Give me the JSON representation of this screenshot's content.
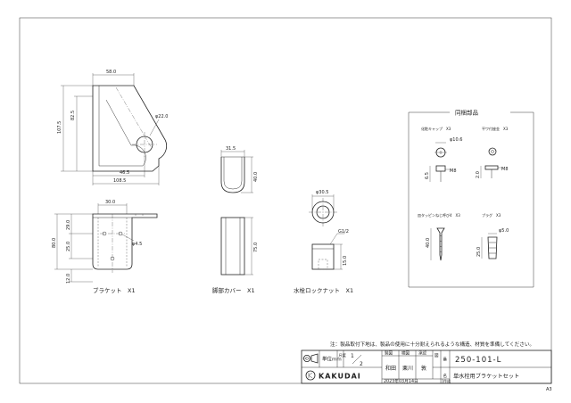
{
  "views": {
    "bracket": {
      "caption": "ブラケット　X1",
      "dims": {
        "top_width": "58.0",
        "height_total": "107.5",
        "height_inner": "82.5",
        "hole_dia": "φ22.0",
        "bottom_offset": "46.5",
        "overall_width": "108.5",
        "front_width": "30.0",
        "front_height": "80.0",
        "hole_pitch": "25.0",
        "front_lower": "29.0",
        "bottom_thk": "12.0",
        "small_hole": "φ4.5"
      }
    },
    "cover": {
      "caption": "脚部カバー　X1",
      "dims": {
        "top_dia": "31.5",
        "top_height": "40.0",
        "length": "75.0"
      }
    },
    "nut": {
      "caption": "水栓ロックナット　X1",
      "dims": {
        "outer_dia": "φ30.5",
        "thread": "G1/2",
        "height": "15.0"
      }
    }
  },
  "accessories": {
    "title": "同梱部品",
    "cap": {
      "label": "化粧キャップ　X3",
      "dia": "φ10.6",
      "thread": "M8",
      "height": "6.5"
    },
    "washer": {
      "label": "平ワ付座金　X3",
      "thread": "M8",
      "thk": "2.0"
    },
    "screw": {
      "label": "皿タッピンねじ呼び4　X3",
      "length": "40.0"
    },
    "plug": {
      "label": "プラグ　X3",
      "dia": "φ5.0",
      "length": "25.0"
    }
  },
  "note": "注：製品取付下地は、製品の使用に十分耐えられるような構造、材質を準備してください。",
  "title_block": {
    "unit_label": "単位mm",
    "scale_label": "尺度",
    "scale_num": "1",
    "scale_den": "2",
    "hdr_make": "製図",
    "hdr_check": "検図",
    "hdr_approve": "承認",
    "hdr_draw": "図",
    "hdr_name": "名",
    "hdr_number": "番",
    "sig_1": "和田",
    "sig_2": "栗川",
    "sig_3": "敦",
    "part_number": "250-101-L",
    "product_name": "単水栓用ブラケットセット",
    "logo_text": "KAKUDAI",
    "date": "2023年03月14日",
    "date_suffix": "作成"
  },
  "sheet_size": "A3"
}
